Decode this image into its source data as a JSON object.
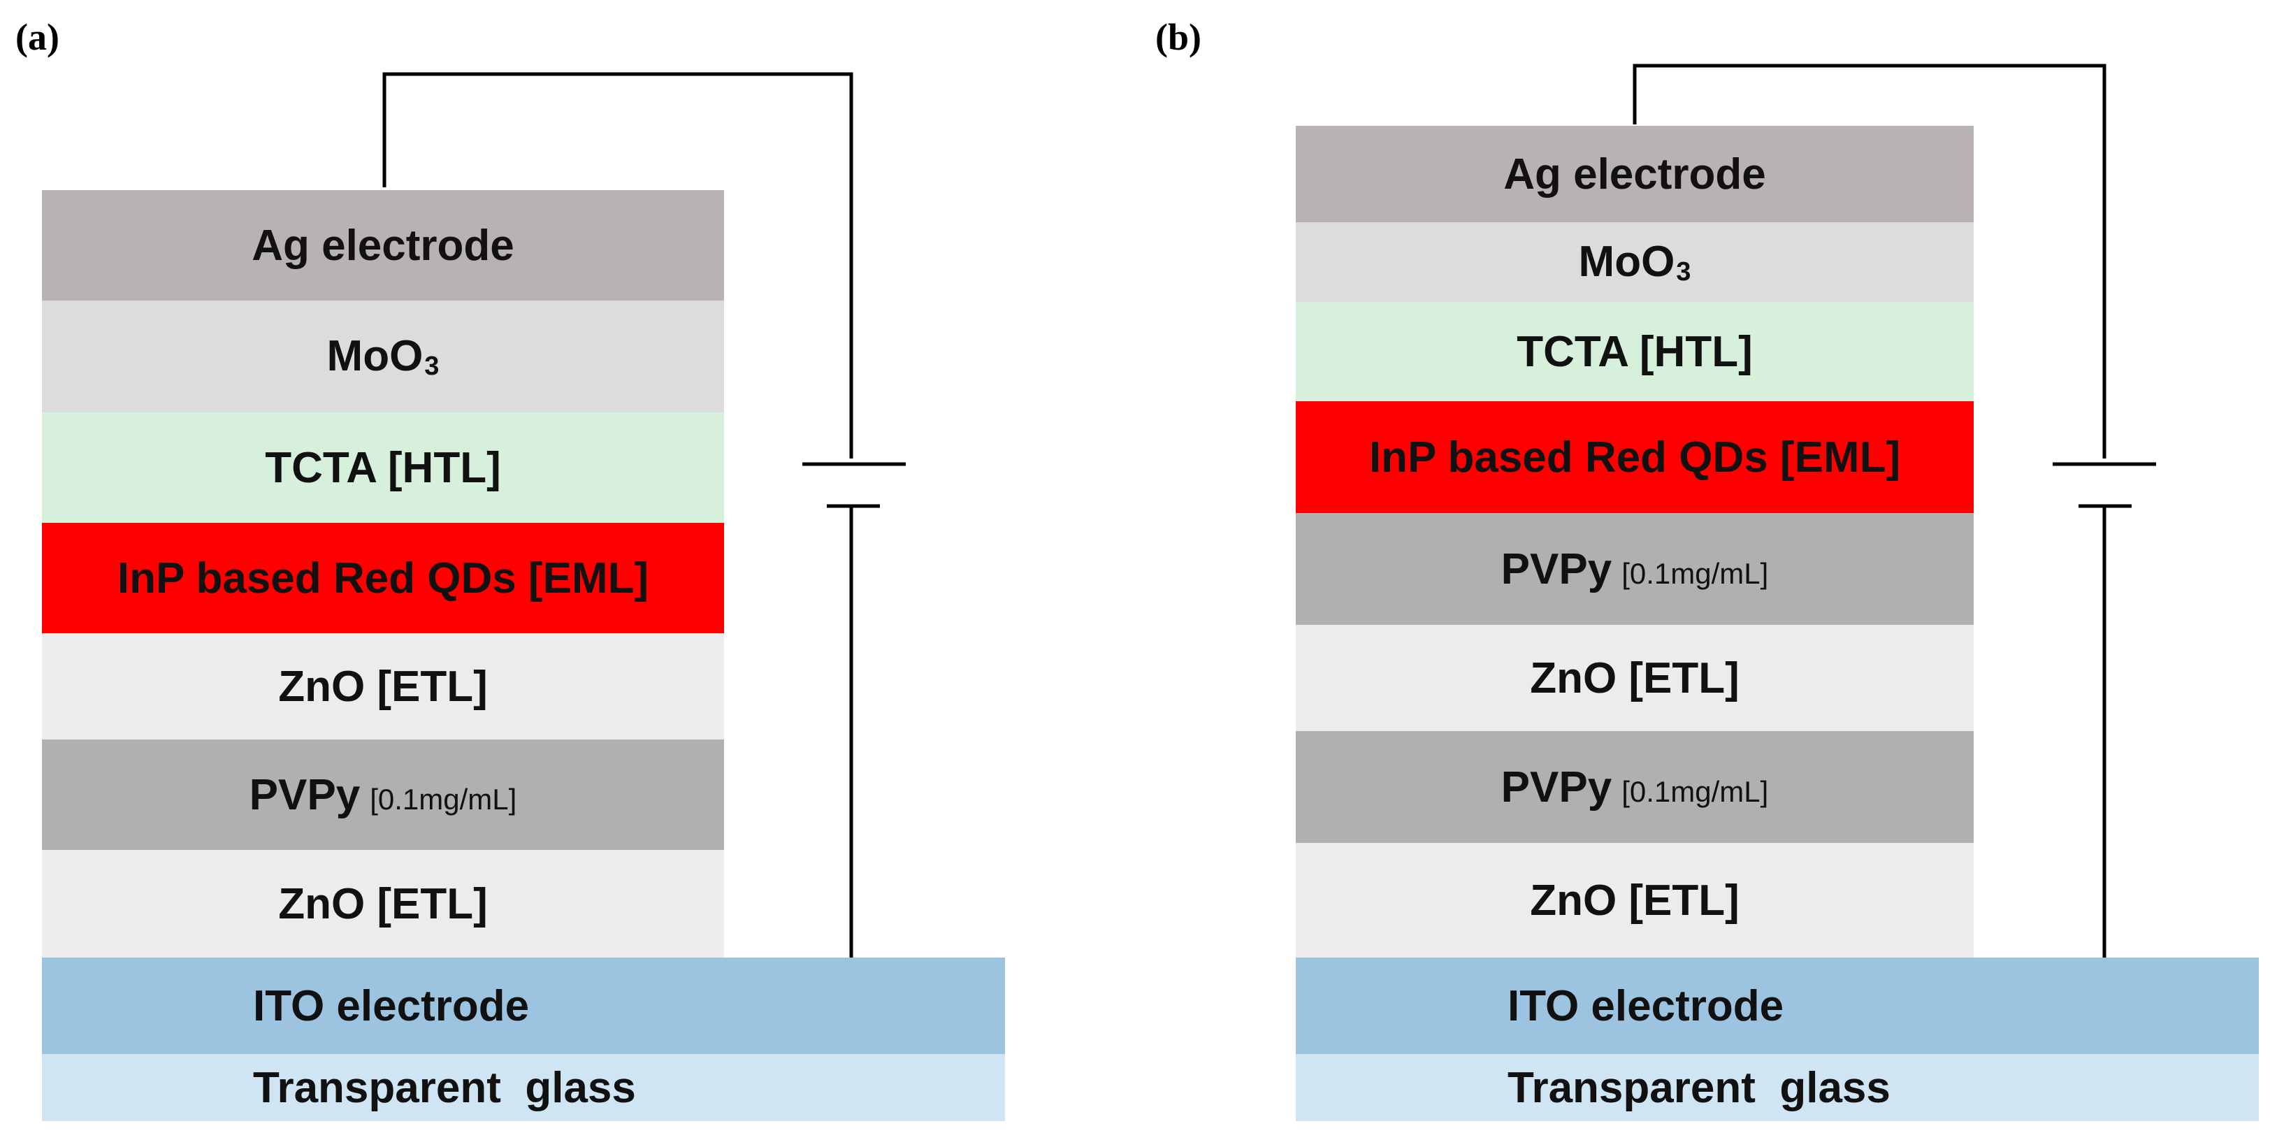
{
  "colors": {
    "ag": "#b8b2b2",
    "moo3": "#dcdcdc",
    "tcta": "#d6f0dc",
    "inp": "#ff0000",
    "zno": "#ececec",
    "pvpy": "#b0b0b0",
    "ito": "#9cc4e0",
    "glass": "#cfe5f4",
    "wire": "#000000"
  },
  "panel_a": {
    "label": "(a)",
    "layers": {
      "ag": "Ag electrode",
      "moo3": "MoO",
      "moo3_sub": "3",
      "tcta": "TCTA [HTL]",
      "inp": "InP based Red QDs [EML]",
      "zno_top": "ZnO [ETL]",
      "pvpy": "PVPy",
      "pvpy_note": "[0.1mg/mL]",
      "zno_bottom": "ZnO [ETL]",
      "ito": "ITO electrode",
      "glass": "Transparent  glass"
    }
  },
  "panel_b": {
    "label": "(b)",
    "layers": {
      "ag": "Ag electrode",
      "moo3": "MoO",
      "moo3_sub": "3",
      "tcta": "TCTA [HTL]",
      "inp": "InP based Red QDs [EML]",
      "pvpy_top": "PVPy",
      "pvpy_top_note": "[0.1mg/mL]",
      "zno_top": "ZnO [ETL]",
      "pvpy_bottom": "PVPy",
      "pvpy_bottom_note": "[0.1mg/mL]",
      "zno_bottom": "ZnO [ETL]",
      "ito": "ITO electrode",
      "glass": "Transparent  glass"
    }
  }
}
